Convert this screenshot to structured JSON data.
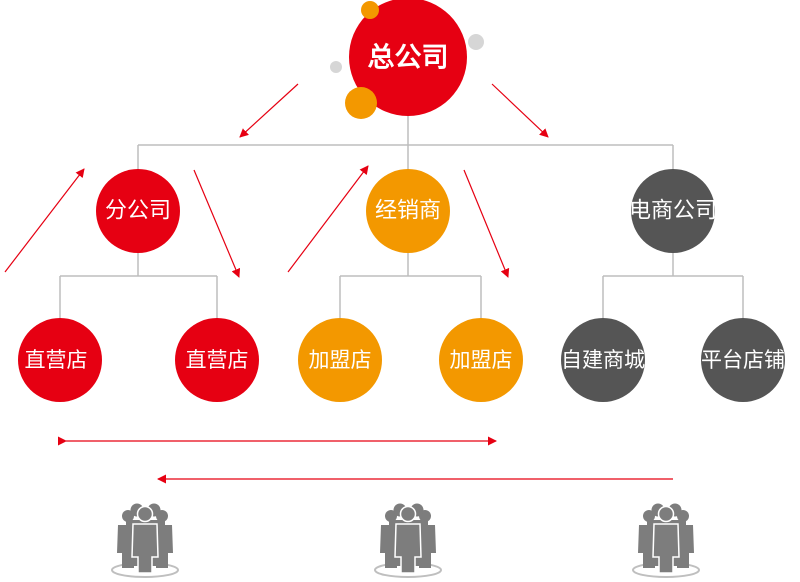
{
  "colors": {
    "red": "#e60012",
    "orange": "#f39800",
    "gray": "#555555",
    "connector": "#bdbdbd",
    "arrow": "#e60012",
    "people_icon": "#7d7d7d"
  },
  "root": {
    "label": "总公司"
  },
  "branches": [
    {
      "label": "分公司",
      "color": "red",
      "children": [
        "直营店",
        "直营店"
      ]
    },
    {
      "label": "经销商",
      "color": "orange",
      "children": [
        "加盟店",
        "加盟店"
      ]
    },
    {
      "label": "电商公司",
      "color": "gray",
      "children": [
        "自建商城",
        "平台店铺"
      ]
    }
  ],
  "icons": [
    "people-group-icon",
    "people-group-icon",
    "people-group-icon"
  ]
}
